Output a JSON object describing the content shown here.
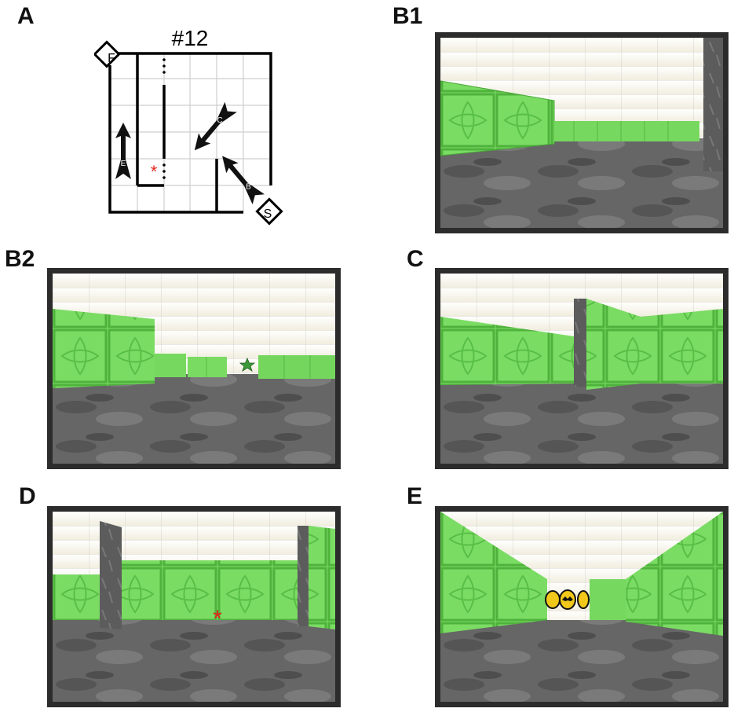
{
  "figure": {
    "panel_labels": {
      "a": "A",
      "b1": "B1",
      "b2": "B2",
      "c": "C",
      "d": "D",
      "e": "E"
    },
    "maze": {
      "number": "#12",
      "finish_label": "F",
      "start_label": "S",
      "viewpoint_labels": [
        "B",
        "C",
        "E"
      ],
      "marker_symbol": "*"
    },
    "colors": {
      "wall_green": "#6fd45a",
      "pillar_gray": "#5e5e5e",
      "floor_gray": "#6a6a6a",
      "ceiling": "#f7f4ea",
      "frame": "#2c2c2c",
      "red_marker": "#e0241b"
    },
    "icons": {
      "star": "green-star-icon",
      "logos": "bat-logo-icon"
    }
  }
}
